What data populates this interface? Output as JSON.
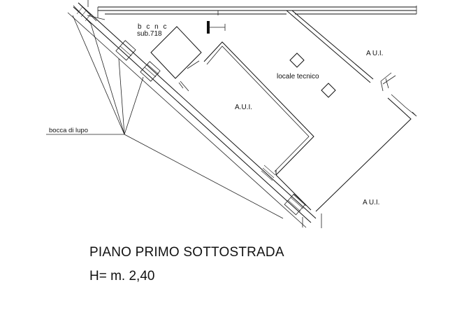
{
  "labels": {
    "bcnc": "b c n c",
    "sub": "sub.718",
    "locale_tecnico": "locale tecnico",
    "aui_center": "A.U.I.",
    "aui_top_right": "A U.I.",
    "aui_bottom_right": "A U.I.",
    "bocca_di_lupo": "bocca di lupo"
  },
  "caption": {
    "title": "PIANO PRIMO SOTTOSTRADA",
    "height": "H= m. 2,40"
  },
  "colors": {
    "line": "#111111",
    "background": "#ffffff"
  }
}
